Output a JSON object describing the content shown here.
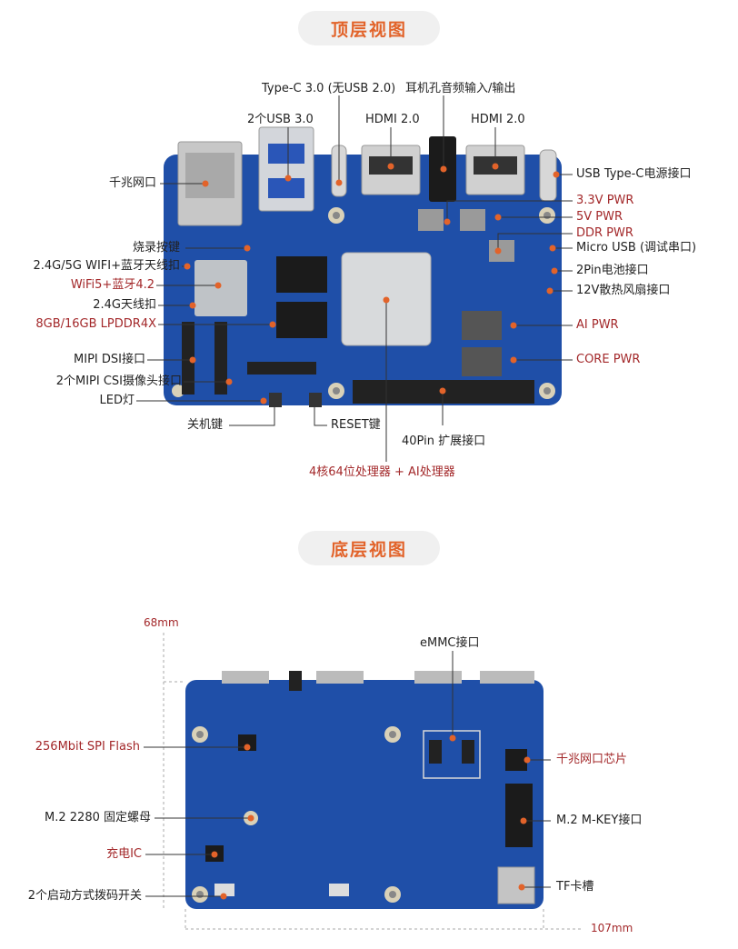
{
  "colors": {
    "accent": "#e2632a",
    "label_red": "#a3282a",
    "pcb_blue": "#1f4fa8",
    "pill_bg": "#f0f0f0"
  },
  "top_view": {
    "title": "顶层视图",
    "labels": {
      "typec30": "Type-C 3.0 (无USB 2.0)",
      "audio": "耳机孔音频输入/输出",
      "usb30": "2个USB 3.0",
      "hdmi_a": "HDMI 2.0",
      "hdmi_b": "HDMI 2.0",
      "ethernet": "千兆网口",
      "flash_key": "烧录按键",
      "wifi_ant": "2.4G/5G WIFI+蓝牙天线扣",
      "wifi_chip": "WiFi5+蓝牙4.2",
      "ant24": "2.4G天线扣",
      "lpddr": "8GB/16GB LPDDR4X",
      "mipi_dsi": "MIPI DSI接口",
      "mipi_csi": "2个MIPI CSI摄像头接口",
      "led": "LED灯",
      "power_key": "关机键",
      "reset_key": "RESET键",
      "gpio40": "40Pin 扩展接口",
      "cpu": "4核64位处理器 + AI处理器",
      "usb_power": "USB Type-C电源接口",
      "pwr33": "3.3V PWR",
      "pwr5": "5V PWR",
      "ddr_pwr": "DDR PWR",
      "micro_usb": "Micro USB (调试串口)",
      "battery": "2Pin电池接口",
      "fan": "12V散热风扇接口",
      "ai_pwr": "AI PWR",
      "core_pwr": "CORE PWR"
    }
  },
  "bottom_view": {
    "title": "底层视图",
    "labels": {
      "height": "68mm",
      "width": "107mm",
      "emmc": "eMMC接口",
      "spi_flash": "256Mbit SPI Flash",
      "nut": "M.2 2280 固定螺母",
      "charge_ic": "充电IC",
      "boot_switch": "2个启动方式拨码开关",
      "gbe_chip": "千兆网口芯片",
      "m2": "M.2 M-KEY接口",
      "tf": "TF卡槽"
    }
  }
}
